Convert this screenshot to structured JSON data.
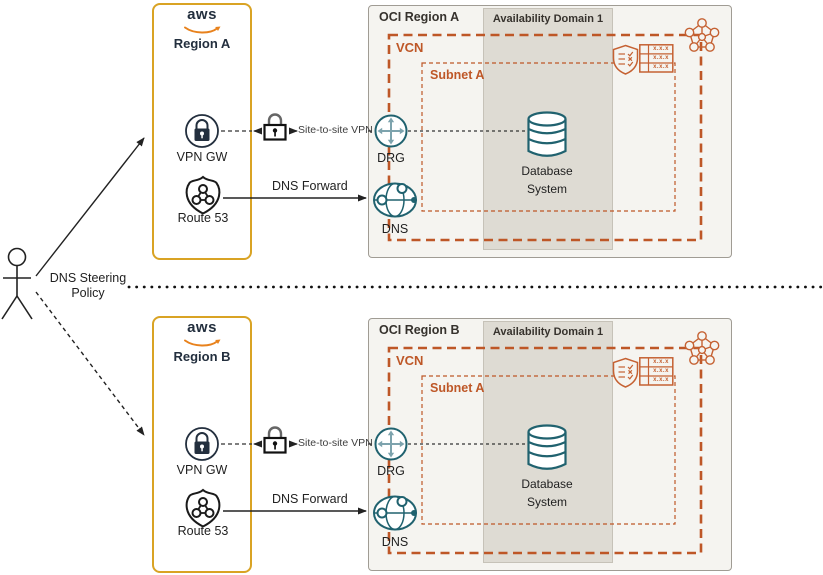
{
  "colors": {
    "aws_border": "#D9A324",
    "aws_dark": "#232F3E",
    "swoosh": "#E8821D",
    "oci_orange": "#BE5727",
    "icon_orange": "#C56132",
    "teal": "#20626F",
    "teal_light": "#7DA3AD",
    "line": "#333333",
    "oci_bg": "#F5F4F0",
    "ad_bg": "#DEDBD3",
    "oci_border": "#A09C94",
    "ad_border": "#C6C2B8"
  },
  "person": {
    "line1": "DNS Steering",
    "line2": "Policy"
  },
  "regions": {
    "a": {
      "aws": {
        "logo": "aws",
        "region": "Region A",
        "vpn_gw": "VPN GW",
        "route53": "Route 53"
      },
      "links": {
        "vpn": "Site-to-site VPN",
        "dns_forward": "DNS Forward"
      },
      "oci": {
        "title": "OCI Region A",
        "ad": "Availability Domain 1",
        "vcn": "VCN",
        "subnet": "Subnet A",
        "drg": "DRG",
        "dns": "DNS",
        "db1": "Database",
        "db2": "System",
        "rt": [
          "x.x.x",
          "x.x.x",
          "x.x.x"
        ]
      }
    },
    "b": {
      "aws": {
        "logo": "aws",
        "region": "Region B",
        "vpn_gw": "VPN GW",
        "route53": "Route 53"
      },
      "links": {
        "vpn": "Site-to-site VPN",
        "dns_forward": "DNS Forward"
      },
      "oci": {
        "title": "OCI Region B",
        "ad": "Availability Domain 1",
        "vcn": "VCN",
        "subnet": "Subnet A",
        "drg": "DRG",
        "dns": "DNS",
        "db1": "Database",
        "db2": "System",
        "rt": [
          "x.x.x",
          "x.x.x",
          "x.x.x"
        ]
      }
    }
  }
}
